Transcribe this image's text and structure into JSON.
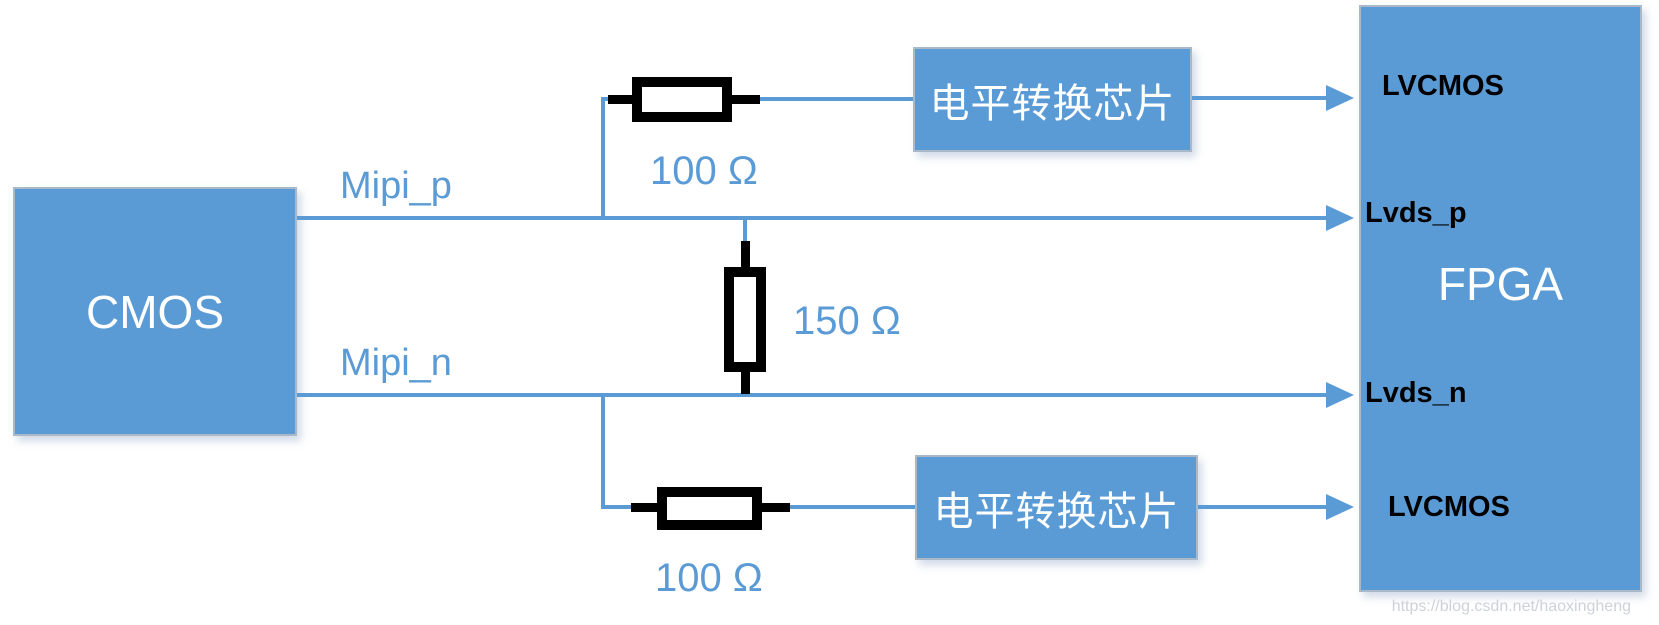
{
  "blocks": {
    "cmos": {
      "label": "CMOS"
    },
    "fpga": {
      "label": "FPGA"
    },
    "level_shifter_top": {
      "label": "电平转换芯片"
    },
    "level_shifter_bottom": {
      "label": "电平转换芯片"
    }
  },
  "fpga_ports": {
    "lvcmos_top": "LVCMOS",
    "lvds_p": "Lvds_p",
    "lvds_n": "Lvds_n",
    "lvcmos_bottom": "LVCMOS"
  },
  "signals": {
    "mipi_p": "Mipi_p",
    "mipi_n": "Mipi_n"
  },
  "resistors": {
    "top_series": "100 Ω",
    "middle_termination": "150 Ω",
    "bottom_series": "100 Ω"
  },
  "colors": {
    "block_fill": "#5b9bd5",
    "wire_blue": "#5b9bd5",
    "label_blue": "#5b9bd5",
    "resistor_black": "#000000",
    "port_label_black": "#000000",
    "watermark_gray": "#cdd2d8"
  },
  "watermark": "https://blog.csdn.net/haoxingheng"
}
